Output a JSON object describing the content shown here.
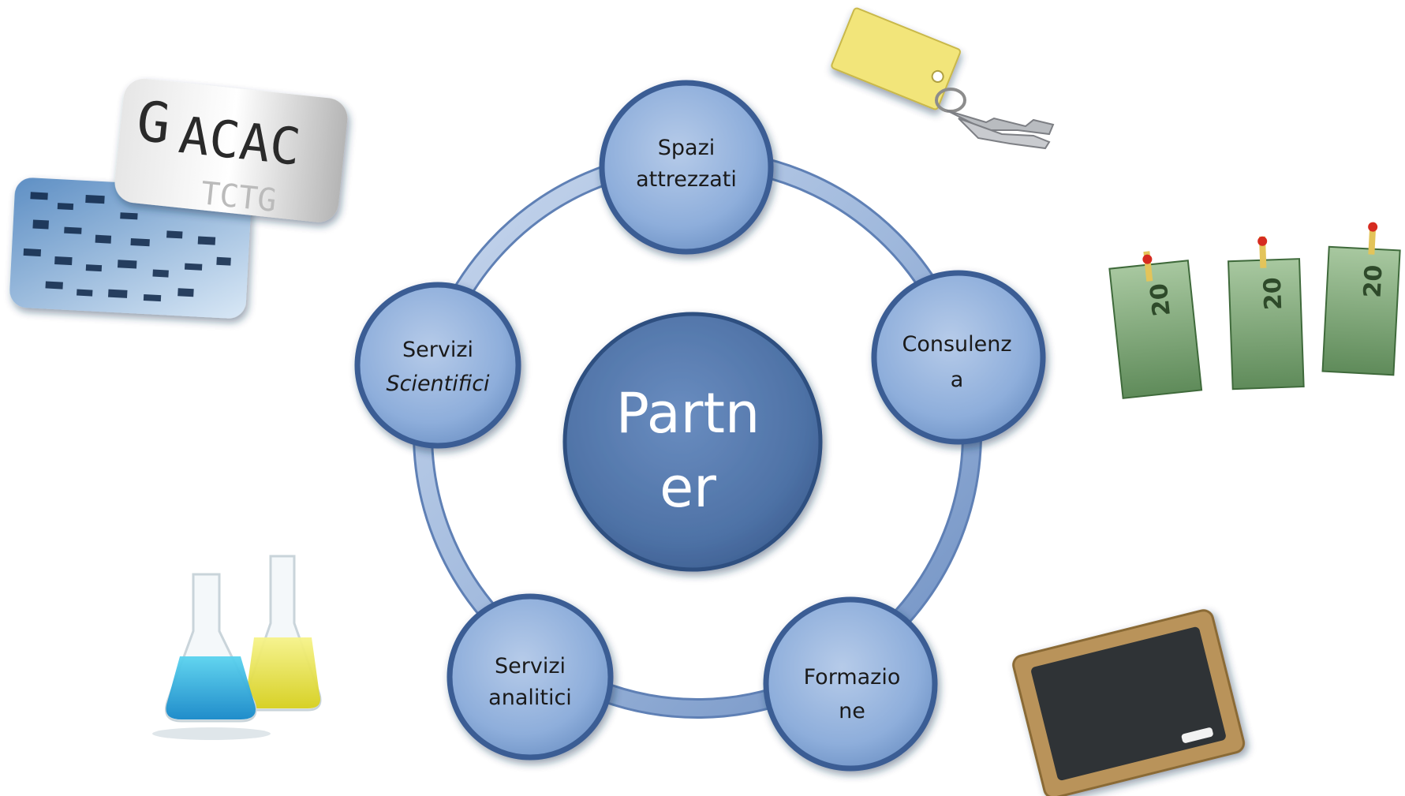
{
  "center": {
    "line1": "Partn",
    "line2": "er"
  },
  "nodes": {
    "top": {
      "line1": "Spazi",
      "line2": "attrezzati"
    },
    "right": {
      "line1": "Consulenz",
      "line2": "a"
    },
    "bottom_right": {
      "line1": "Formazio",
      "line2": "ne"
    },
    "bottom_left": {
      "line1": "Servizi",
      "line2": "analitici"
    },
    "left": {
      "line1": "Servizi",
      "line2": "Scientifici"
    }
  },
  "banknote_value": "20",
  "colors": {
    "ring": "#9bb4d8",
    "node_fill": "#8fb0dc",
    "node_border": "#3c5f95",
    "center_fill": "#4f74a8"
  }
}
